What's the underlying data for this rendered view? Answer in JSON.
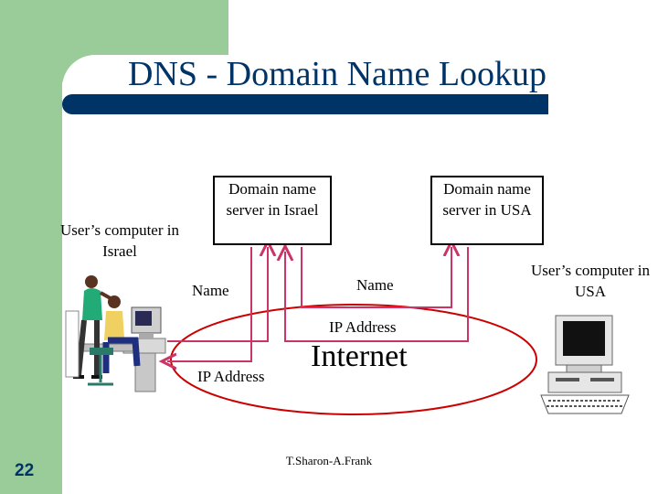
{
  "slide": {
    "title": "DNS - Domain Name Lookup",
    "page_number": "22",
    "footer": "T.Sharon-A.Frank"
  },
  "servers": {
    "israel": "Domain name server in Israel",
    "usa": "Domain name server in USA"
  },
  "computers": {
    "israel": "User’s computer in Israel",
    "usa": "User’s computer in USA"
  },
  "labels": {
    "name_left": "Name",
    "name_right": "Name",
    "ip_right": "IP Address",
    "ip_left": "IP Address",
    "internet": "Internet"
  },
  "colors": {
    "green": "#99cc99",
    "navy": "#003366",
    "arrow": "#cc3366",
    "ellipse": "#cc0000"
  }
}
